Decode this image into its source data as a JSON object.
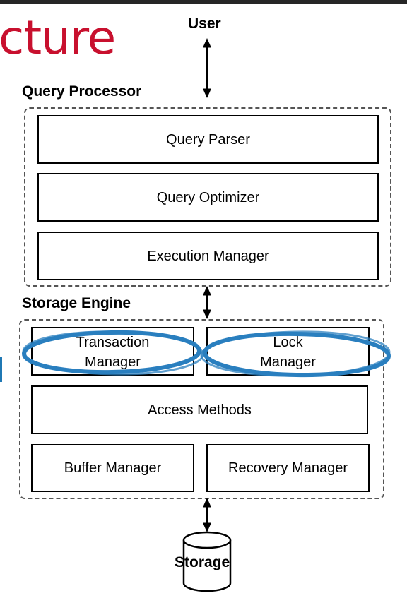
{
  "slide": {
    "title_fragment": "cture"
  },
  "diagram": {
    "user_label": "User",
    "query_processor": {
      "label": "Query Processor",
      "components": [
        "Query Parser",
        "Query Optimizer",
        "Execution Manager"
      ]
    },
    "storage_engine": {
      "label": "Storage Engine",
      "transaction_manager": [
        "Transaction",
        "Manager"
      ],
      "lock_manager": [
        "Lock",
        "Manager"
      ],
      "access_methods": "Access Methods",
      "buffer_manager": "Buffer Manager",
      "recovery_manager": "Recovery Manager"
    },
    "storage_label": "Storage",
    "highlight": {
      "color": "#2a7fbf",
      "circled_components": [
        "Transaction Manager",
        "Lock Manager"
      ]
    }
  },
  "colors": {
    "title": "#c8102e",
    "top_bar": "#262626",
    "group_border": "#555555"
  }
}
